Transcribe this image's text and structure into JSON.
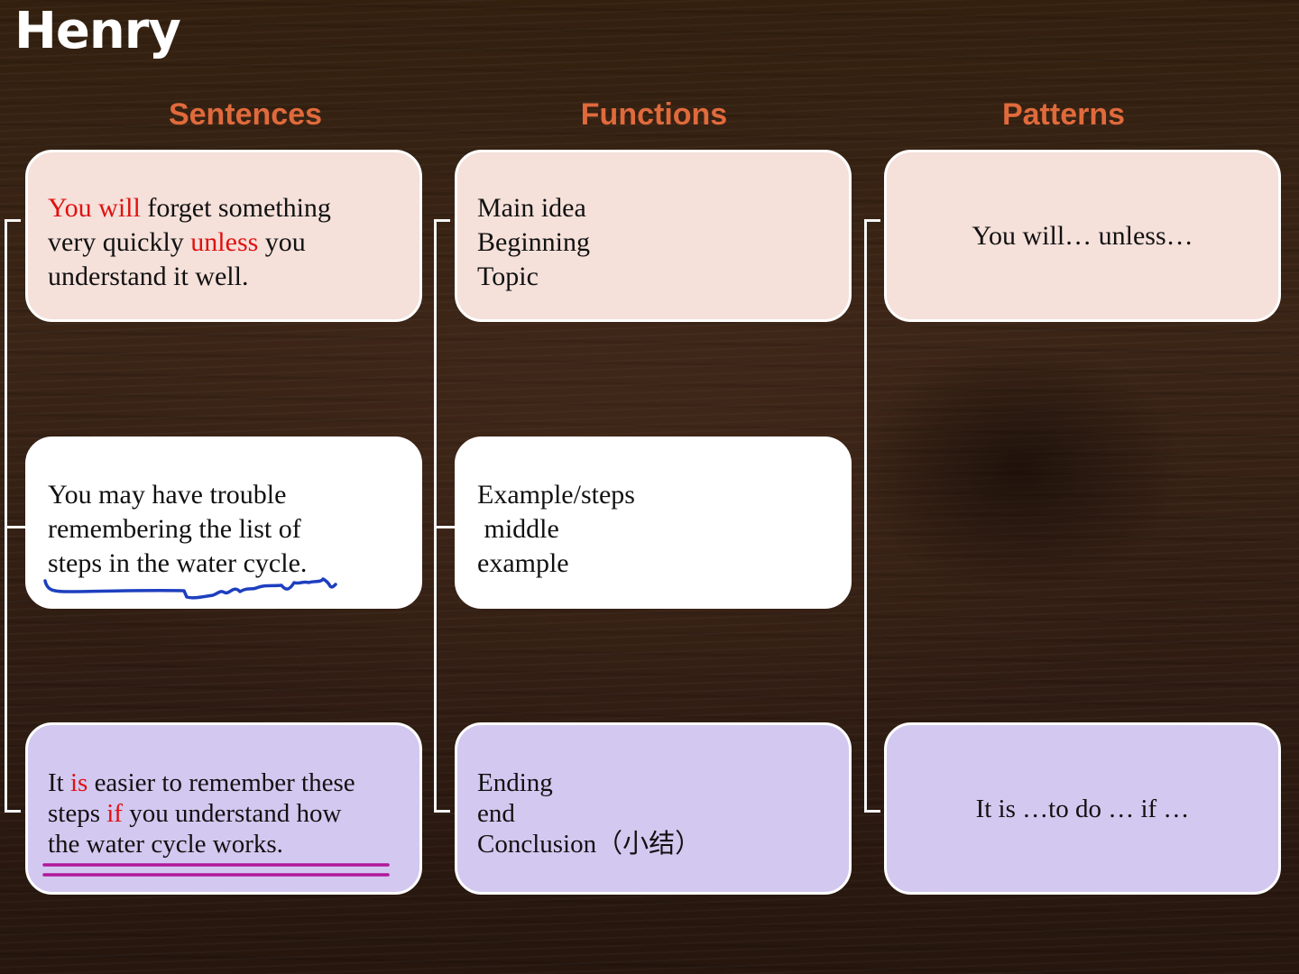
{
  "title": "Henry",
  "headers": {
    "sentences": "Sentences",
    "functions": "Functions",
    "patterns": "Patterns"
  },
  "sentences": {
    "s1": {
      "p1": "You will",
      "p2": " forget something",
      "p3": "very quickly ",
      "p4": "unless",
      "p5": " you",
      "p6": "understand it well."
    },
    "s2": {
      "l1": "You may have trouble",
      "l2": "remembering the list of",
      "l3": "steps in the water cycle."
    },
    "s3": {
      "p1": "It ",
      "p2": "is",
      "p3": " easier to remember these",
      "p4": "steps ",
      "p5": "if",
      "p6": " you understand how",
      "p7": "the water cycle works."
    }
  },
  "functions": {
    "f1": [
      "Main idea",
      "Beginning",
      "Topic"
    ],
    "f2": [
      "Example/steps",
      " middle",
      "example"
    ],
    "f3": [
      "Ending",
      "end",
      "Conclusion（小结）"
    ]
  },
  "patterns": {
    "p1": "You will… unless…",
    "p3": "It is …to do … if …"
  },
  "colors": {
    "header": "#e06a3c",
    "highlight": "#e01010",
    "peach": "#f5e0da",
    "white": "#ffffff",
    "lavender": "#d3c8f0",
    "blue_ink": "#1d3fbf",
    "magenta_ink": "#b0199a"
  }
}
